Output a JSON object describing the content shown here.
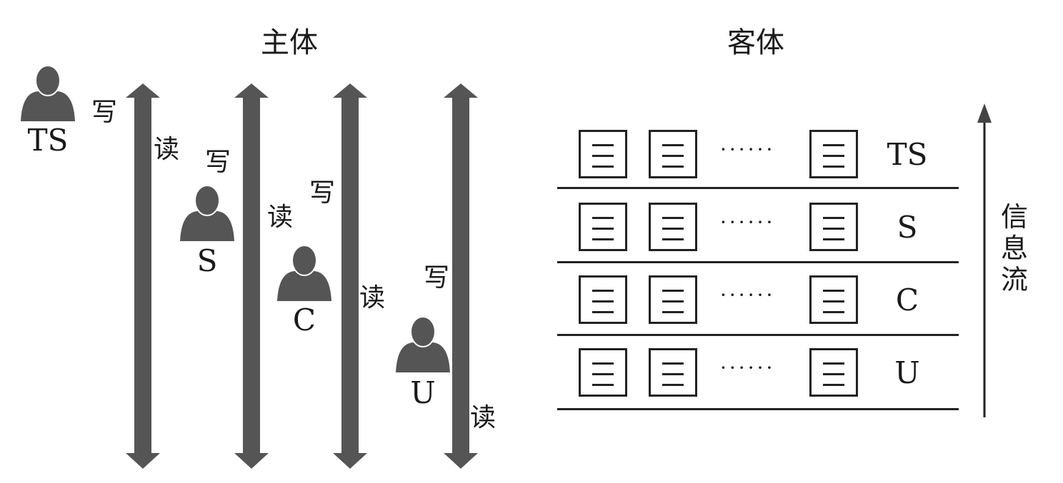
{
  "subject_title": "主体",
  "object_title": "客体",
  "subjects": [
    {
      "level": "TS",
      "write": "写",
      "read": "读"
    },
    {
      "level": "S",
      "write": "写",
      "read": "读"
    },
    {
      "level": "C",
      "write": "写",
      "read": "读"
    },
    {
      "level": "U",
      "write": "写",
      "read": "读"
    }
  ],
  "object_rows": [
    {
      "level": "TS",
      "ellipsis": "······"
    },
    {
      "level": "S",
      "ellipsis": "······"
    },
    {
      "level": "C",
      "ellipsis": "······"
    },
    {
      "level": "U",
      "ellipsis": "······"
    }
  ],
  "info_flow_label": [
    "信",
    "息",
    "流"
  ],
  "colors": {
    "figure": "#555555",
    "line": "#222222"
  }
}
